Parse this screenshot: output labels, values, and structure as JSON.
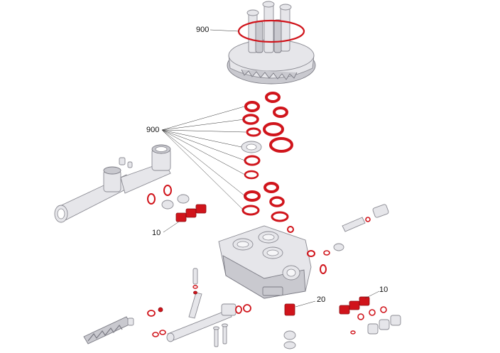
{
  "callouts": {
    "top": "900",
    "middle": "900",
    "left": "10",
    "right": "10",
    "valve": "20"
  },
  "colors": {
    "seal_red": "#d0141b",
    "metal_light": "#e6e6ea",
    "metal_outline": "#8a8a92",
    "background": "#ffffff"
  }
}
